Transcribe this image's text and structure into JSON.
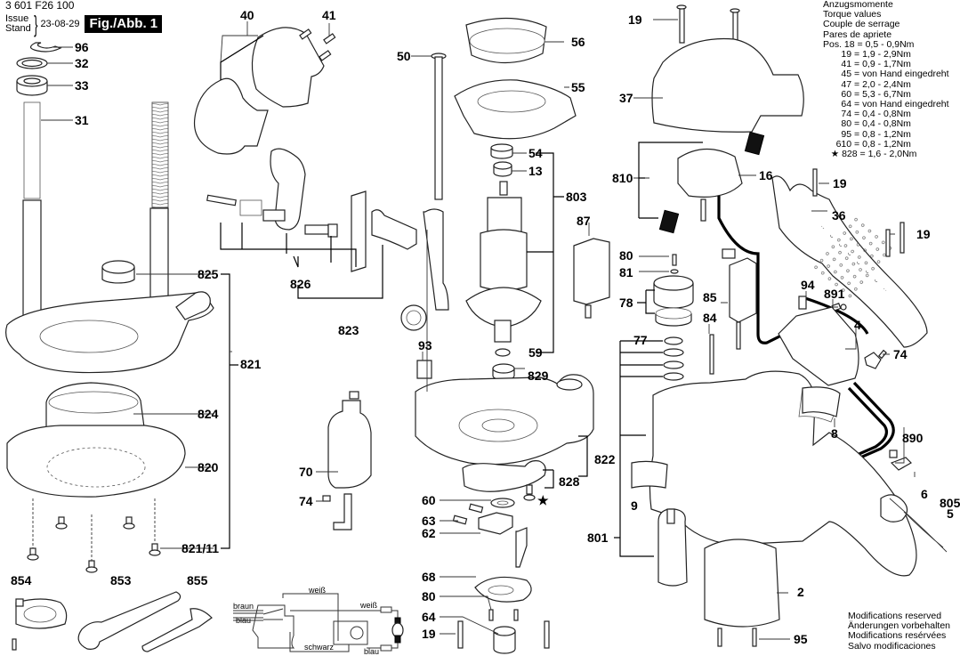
{
  "header": {
    "doc_number": "3 601 F26 100",
    "issue_word": "Issue",
    "stand_word": "Stand",
    "issue_date": "23-08-29",
    "figure_label": "Fig./Abb. 1"
  },
  "torque_table": {
    "titles": [
      "Anzugsmomente",
      "Torque values",
      "Couple de serrage",
      "Pares de apriete"
    ],
    "entries": [
      "Pos. 18 = 0,5 - 0,9Nm",
      "       19 = 1,9 - 2,9Nm",
      "       41 = 0,9 - 1,7Nm",
      "       45 = von Hand eingedreht",
      "       47 = 2,0 - 2,4Nm",
      "       60 = 5,3 - 6,7Nm",
      "       64 = von Hand eingedreht",
      "       74 = 0,4 - 0,8Nm",
      "       80 = 0,4 - 0,8Nm",
      "       95 = 0,8 - 1,2Nm",
      "     610 = 0,8 - 1,2Nm",
      "   ★ 828 = 1,6 - 2,0Nm"
    ]
  },
  "modifications_note": [
    "Modifications reserved",
    "Änderungen vorbehalten",
    "Modifications resérvées",
    "Salvo modificaciones"
  ],
  "wiring_diagram": {
    "labels": {
      "brown": "braun",
      "blue_in": "blau",
      "white_top": "weiß",
      "white_right": "weiß",
      "black": "schwarz",
      "blue_out": "blau"
    }
  },
  "position_labels": {
    "p96": "96",
    "p32": "32",
    "p33": "33",
    "p31": "31",
    "p40": "40",
    "p41": "41",
    "p50": "50",
    "p56": "56",
    "p55": "55",
    "p54": "54",
    "p13": "13",
    "p803": "803",
    "p87": "87",
    "p59": "59",
    "p825": "825",
    "p826": "826",
    "p823": "823",
    "p821": "821",
    "p824": "824",
    "p820": "820",
    "p821_11": "821/11",
    "p854": "854",
    "p853": "853",
    "p855": "855",
    "p93": "93",
    "p70": "70",
    "p74a": "74",
    "p829": "829",
    "p822": "822",
    "p828": "828",
    "p60": "60",
    "p63": "63",
    "p62": "62",
    "p68": "68",
    "p80b": "80",
    "p64": "64",
    "p19b": "19",
    "p19a": "19",
    "p37": "37",
    "p810": "810",
    "p16": "16",
    "p19c": "19",
    "p36": "36",
    "p19d": "19",
    "p80a": "80",
    "p81": "81",
    "p78": "78",
    "p85": "85",
    "p84": "84",
    "p94": "94",
    "p891": "891",
    "p4": "4",
    "p74b": "74",
    "p77": "77",
    "p8": "8",
    "p890": "890",
    "p9": "9",
    "p801": "801",
    "p6": "6",
    "p805": "805",
    "p5": "5",
    "p2": "2",
    "p95": "95",
    "star": "★"
  }
}
